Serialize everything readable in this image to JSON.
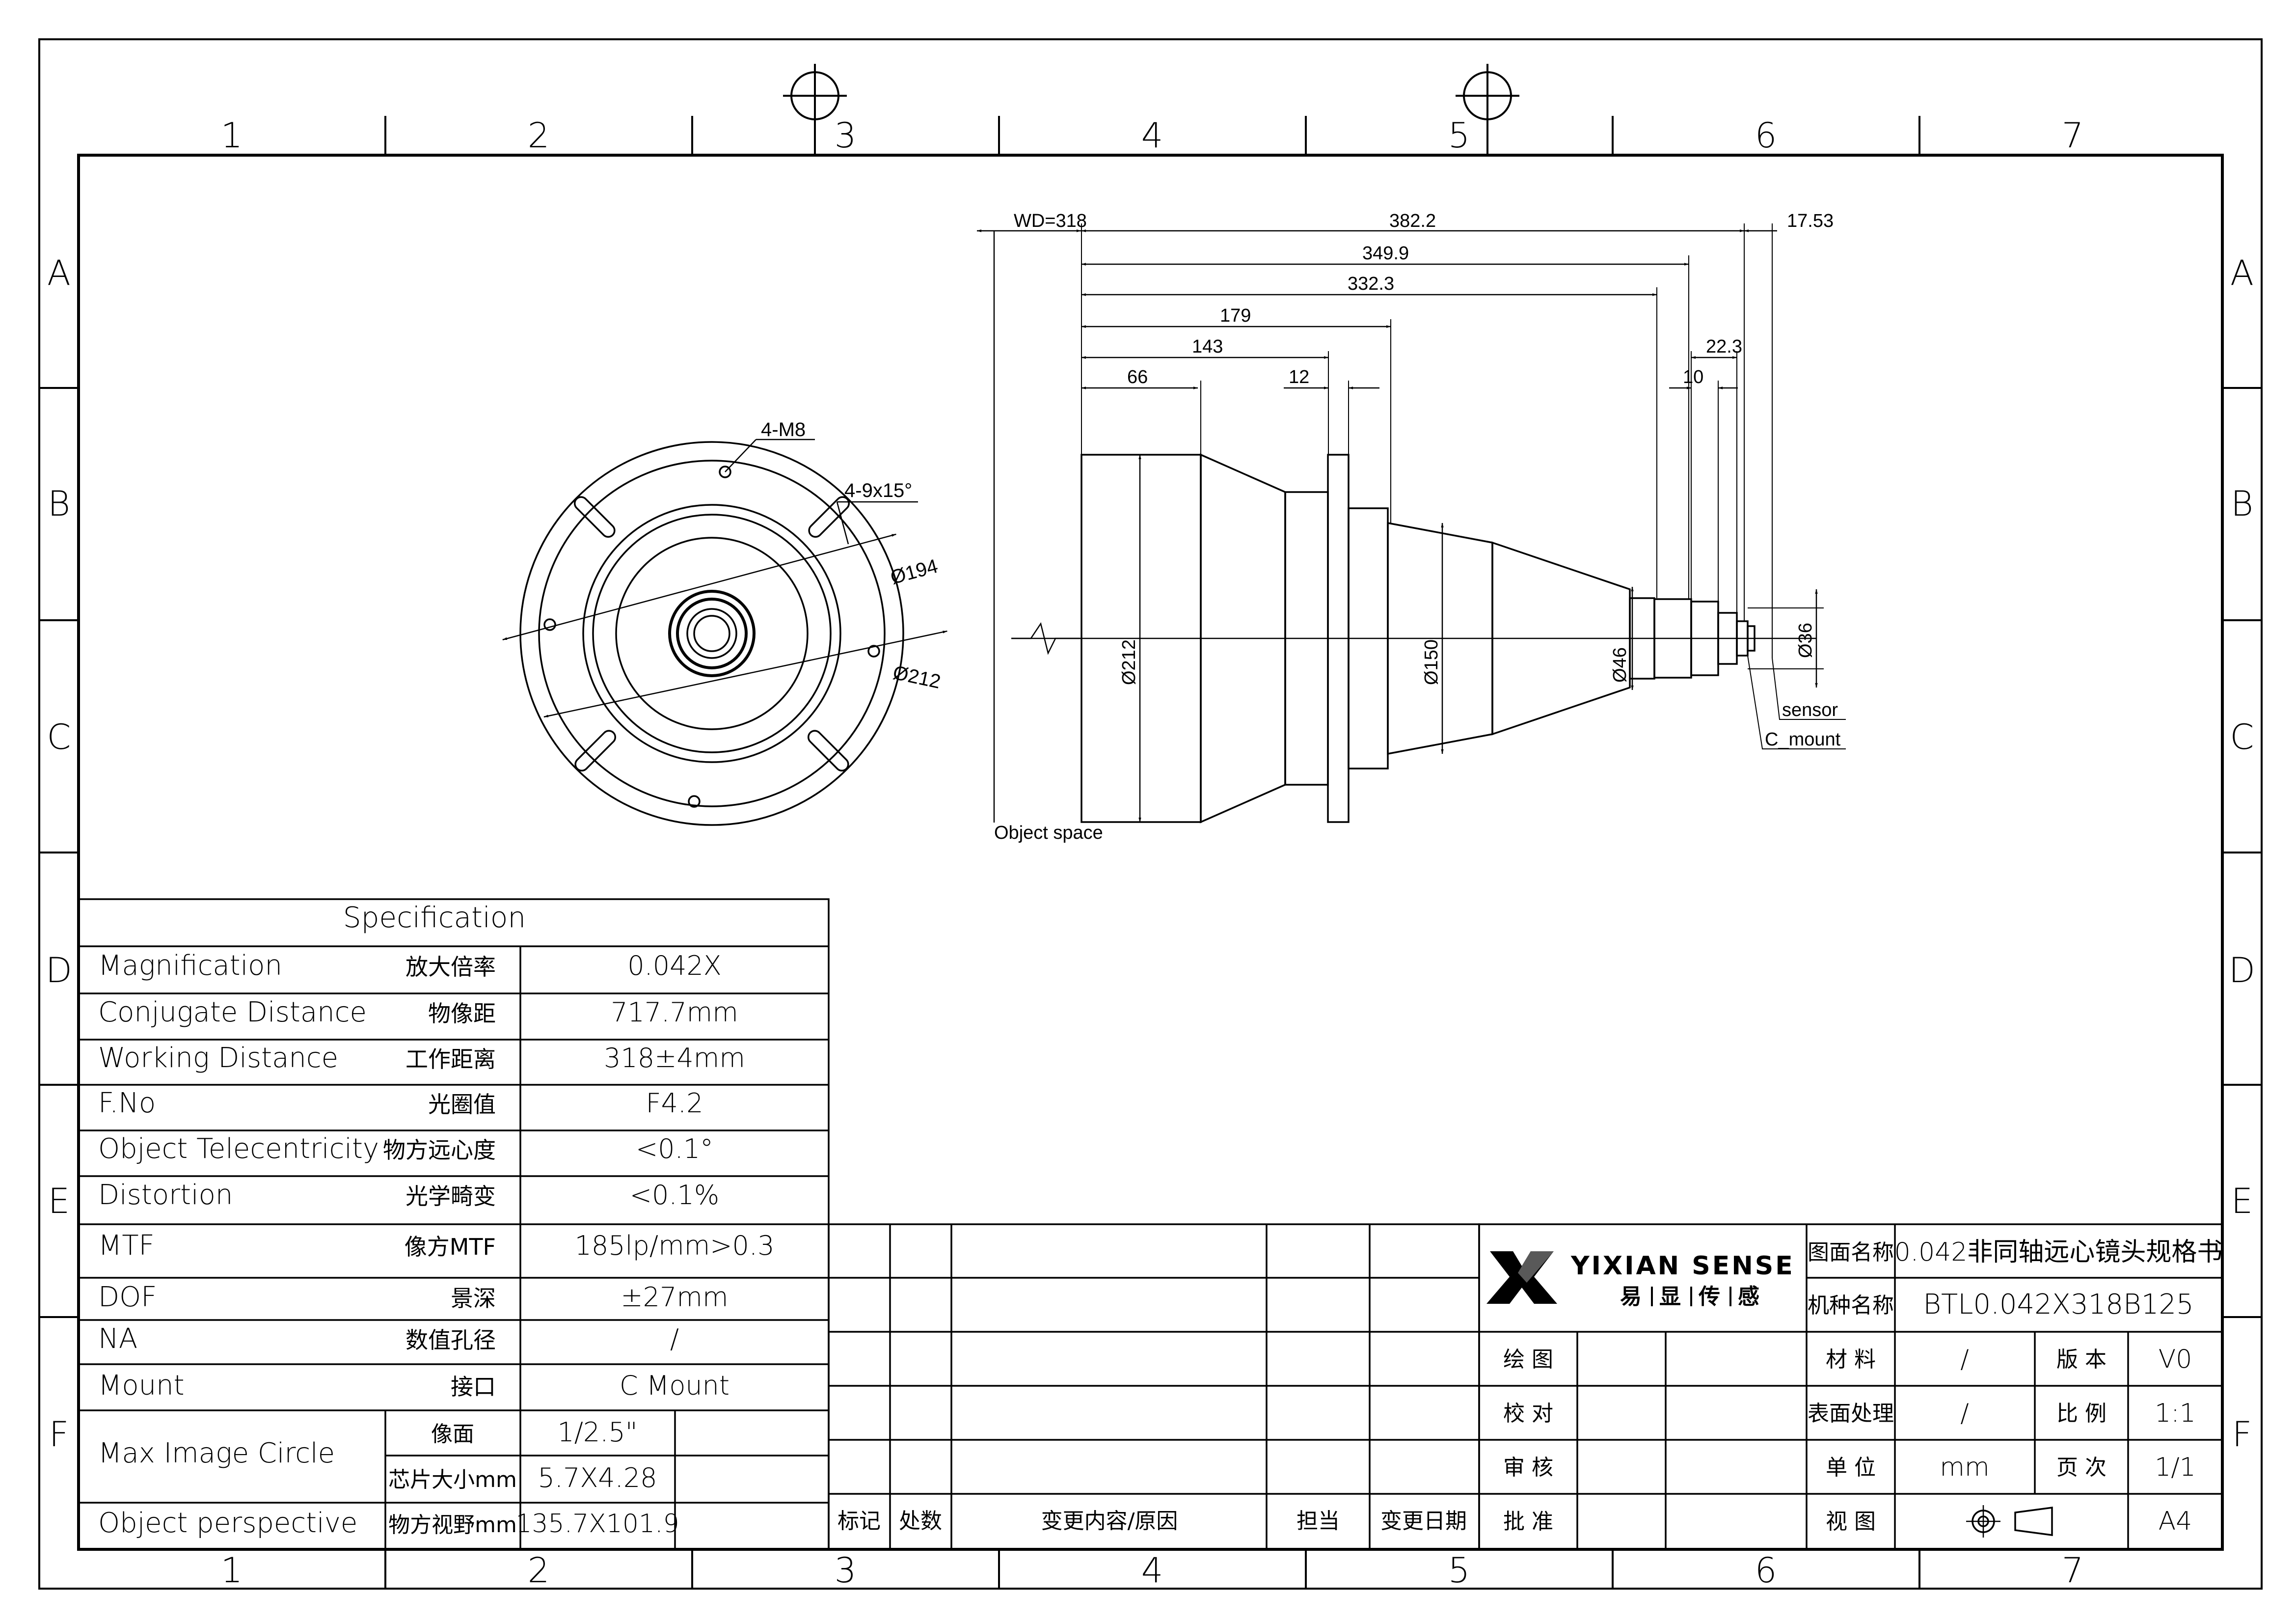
{
  "frame": {
    "columns": [
      "1",
      "2",
      "3",
      "4",
      "5",
      "6",
      "7"
    ],
    "rows": [
      "A",
      "B",
      "C",
      "D",
      "E",
      "F"
    ]
  },
  "front_view": {
    "labels": {
      "m8": "4-M8",
      "slots": "4-9x15°",
      "d194": "Ø194",
      "d212": "Ø212"
    }
  },
  "side_view": {
    "dims": {
      "wd": "WD=318",
      "d382": "382.2",
      "d17": "17.53",
      "d349": "349.9",
      "d332": "332.3",
      "d179": "179",
      "d143": "143",
      "d66": "66",
      "d12": "12",
      "d223": "22.3",
      "d10": "10"
    },
    "diameters": {
      "d212": "Ø212",
      "d150": "Ø150",
      "d46": "Ø46",
      "d36": "Ø36"
    },
    "labels": {
      "sensor": "sensor",
      "cmount": "C_mount",
      "object_space": "Object space"
    }
  },
  "spec": {
    "title": "Specification",
    "rows": [
      {
        "en": "Magnification",
        "cn": "放大倍率",
        "val": "0.042X"
      },
      {
        "en": "Conjugate Distance",
        "cn": "物像距",
        "val": "717.7mm"
      },
      {
        "en": "Working Distance",
        "cn": "工作距离",
        "val": "318±4mm"
      },
      {
        "en": "F.No",
        "cn": "光圈值",
        "val": "F4.2"
      },
      {
        "en": "Object Telecentricity",
        "cn": "物方远心度",
        "val": "<0.1°"
      },
      {
        "en": "Distortion",
        "cn": "光学畸变",
        "val": "<0.1%"
      },
      {
        "en": "MTF",
        "cn": "像方MTF",
        "val": "185lp/mm>0.3"
      },
      {
        "en": "DOF",
        "cn": "景深",
        "val": "±27mm"
      },
      {
        "en": "NA",
        "cn": "数值孔径",
        "val": "/"
      },
      {
        "en": "Mount",
        "cn": "接口",
        "val": "C Mount"
      }
    ],
    "max_image": {
      "en": "Max Image Circle",
      "sub1": "像面",
      "val1": "1/2.5\"",
      "sub2": "芯片大小mm",
      "val2": "5.7X4.28"
    },
    "perspective": {
      "en": "Object perspective",
      "cn": "物方视野mm",
      "val": "135.7X101.9"
    }
  },
  "revision": {
    "headers": [
      "标记",
      "处数",
      "变更内容/原因",
      "担当",
      "变更日期"
    ]
  },
  "title_block": {
    "brand": "YIXIAN SENSE",
    "brand_cn": [
      "易",
      "显",
      "传",
      "感"
    ],
    "drawing_name_label": "图面名称",
    "drawing_name": "0.042非同轴远心镜头规格书",
    "model_label": "机种名称",
    "model": "BTL0.042X318B125",
    "roles": [
      "绘 图",
      "校 对",
      "审 核",
      "批 准"
    ],
    "material_label": "材 料",
    "material": "/",
    "version_label": "版 本",
    "version": "V0",
    "surface_label": "表面处理",
    "surface": "/",
    "scale_label": "比 例",
    "scale": "1:1",
    "unit_label": "单 位",
    "unit": "mm",
    "page_label": "页 次",
    "page": "1/1",
    "view_label": "视 图",
    "paper": "A4"
  }
}
